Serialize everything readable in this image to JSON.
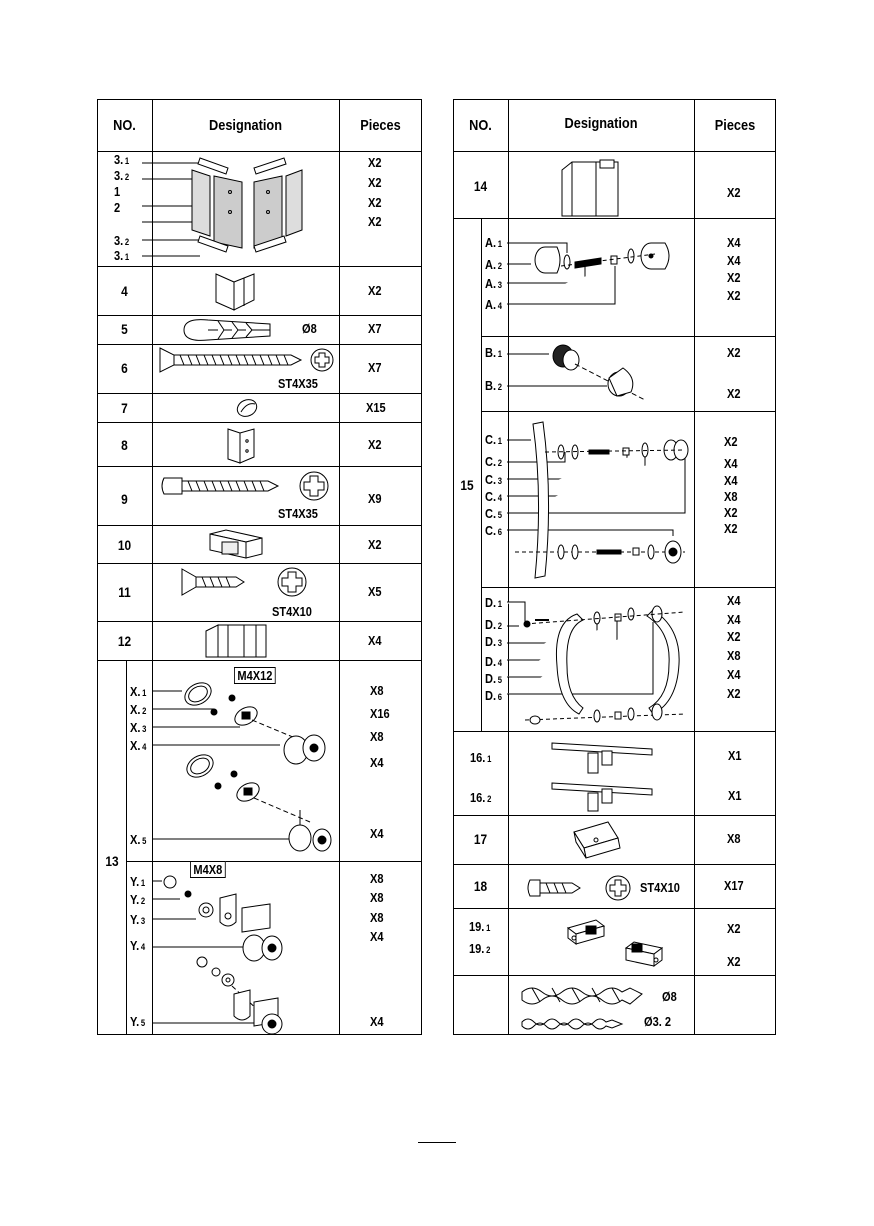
{
  "headers": {
    "left": {
      "no": "NO.",
      "designation": "Designation",
      "pieces": "Pieces"
    },
    "right": {
      "no": "NO.",
      "designation": "Designation",
      "pieces": "Pieces"
    }
  },
  "left_rows": {
    "r3": {
      "labels": [
        {
          "main": "3.",
          "sub": "1"
        },
        {
          "main": "3.",
          "sub": "2"
        },
        {
          "main": "1",
          "sub": ""
        },
        {
          "main": "2",
          "sub": ""
        },
        {
          "main": "3.",
          "sub": "2"
        },
        {
          "main": "3.",
          "sub": "1"
        }
      ],
      "qty": [
        "X2",
        "X2",
        "X2",
        "X2"
      ]
    },
    "r4": {
      "no": "4",
      "qty": "X2"
    },
    "r5": {
      "no": "5",
      "spec": "Ø8",
      "qty": "X7"
    },
    "r6": {
      "no": "6",
      "spec": "ST4X35",
      "qty": "X7"
    },
    "r7": {
      "no": "7",
      "qty": "X15"
    },
    "r8": {
      "no": "8",
      "qty": "X2"
    },
    "r9": {
      "no": "9",
      "spec": "ST4X35",
      "qty": "X9"
    },
    "r10": {
      "no": "10",
      "qty": "X2"
    },
    "r11": {
      "no": "11",
      "spec": "ST4X10",
      "qty": "X5"
    },
    "r12": {
      "no": "12",
      "qty": "X4"
    },
    "r13": {
      "no": "13",
      "x_spec": "M4X12",
      "x_labels": [
        {
          "main": "X.",
          "sub": "1"
        },
        {
          "main": "X.",
          "sub": "2"
        },
        {
          "main": "X.",
          "sub": "3"
        },
        {
          "main": "X.",
          "sub": "4"
        },
        {
          "main": "X.",
          "sub": "5"
        }
      ],
      "x_qty": [
        "X8",
        "X16",
        "X8",
        "X4",
        "X4"
      ],
      "y_spec": "M4X8",
      "y_labels": [
        {
          "main": "Y.",
          "sub": "1"
        },
        {
          "main": "Y.",
          "sub": "2"
        },
        {
          "main": "Y.",
          "sub": "3"
        },
        {
          "main": "Y.",
          "sub": "4"
        },
        {
          "main": "Y.",
          "sub": "5"
        }
      ],
      "y_qty": [
        "X8",
        "X8",
        "X8",
        "X4",
        "X4"
      ]
    }
  },
  "right_rows": {
    "r14": {
      "no": "14",
      "qty": "X2"
    },
    "r15": {
      "no": "15",
      "a_labels": [
        {
          "main": "A.",
          "sub": "1"
        },
        {
          "main": "A.",
          "sub": "2"
        },
        {
          "main": "A.",
          "sub": "3"
        },
        {
          "main": "A.",
          "sub": "4"
        }
      ],
      "a_qty": [
        "X4",
        "X4",
        "X2",
        "X2"
      ],
      "b_labels": [
        {
          "main": "B.",
          "sub": "1"
        },
        {
          "main": "B.",
          "sub": "2"
        }
      ],
      "b_qty": [
        "X2",
        "X2"
      ],
      "c_labels": [
        {
          "main": "C.",
          "sub": "1"
        },
        {
          "main": "C.",
          "sub": "2"
        },
        {
          "main": "C.",
          "sub": "3"
        },
        {
          "main": "C.",
          "sub": "4"
        },
        {
          "main": "C.",
          "sub": "5"
        },
        {
          "main": "C.",
          "sub": "6"
        }
      ],
      "c_qty": [
        "X2",
        "X4",
        "X4",
        "X8",
        "X2",
        "X2"
      ],
      "d_labels": [
        {
          "main": "D.",
          "sub": "1"
        },
        {
          "main": "D.",
          "sub": "2"
        },
        {
          "main": "D.",
          "sub": "3"
        },
        {
          "main": "D.",
          "sub": "4"
        },
        {
          "main": "D.",
          "sub": "5"
        },
        {
          "main": "D.",
          "sub": "6"
        }
      ],
      "d_qty": [
        "X4",
        "X4",
        "X2",
        "X8",
        "X4",
        "X2"
      ]
    },
    "r16": {
      "labels": [
        {
          "main": "16.",
          "sub": "1"
        },
        {
          "main": "16.",
          "sub": "2"
        }
      ],
      "qty": [
        "X1",
        "X1"
      ]
    },
    "r17": {
      "no": "17",
      "qty": "X8"
    },
    "r18": {
      "no": "18",
      "spec": "ST4X10",
      "qty": "X17"
    },
    "r19": {
      "labels": [
        {
          "main": "19.",
          "sub": "1"
        },
        {
          "main": "19.",
          "sub": "2"
        }
      ],
      "qty": [
        "X2",
        "X2"
      ]
    },
    "r20": {
      "spec_a": "Ø8",
      "spec_b": "Ø3. 2"
    }
  }
}
